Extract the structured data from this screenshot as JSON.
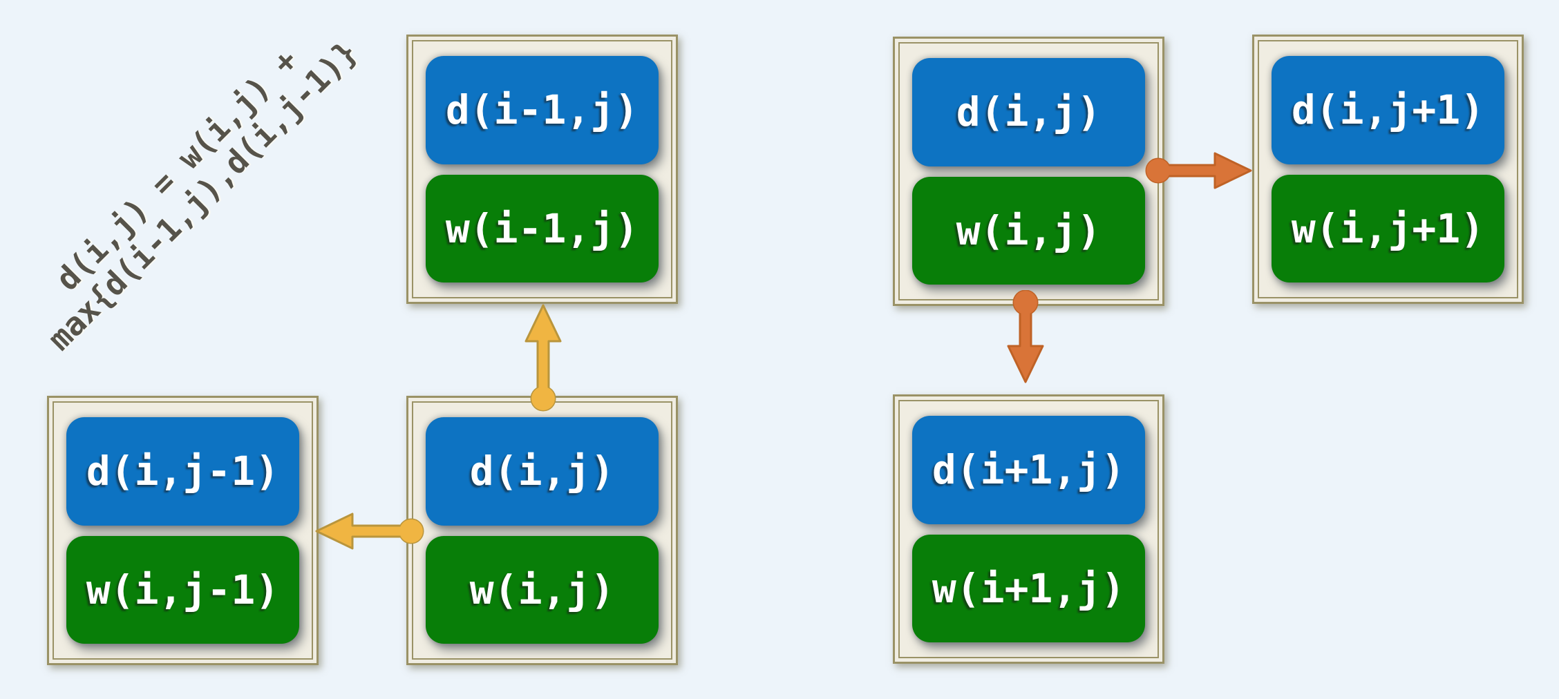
{
  "formula": {
    "text": "d(i,j) = w(i,j) +\nmax{d(i-1,j),d(i,j-1)}"
  },
  "nodes": [
    {
      "id": "left-top",
      "d_label": "d(i-1,j)",
      "w_label": "w(i-1,j)"
    },
    {
      "id": "left-west",
      "d_label": "d(i,j-1)",
      "w_label": "w(i,j-1)"
    },
    {
      "id": "left-center",
      "d_label": "d(i,j)",
      "w_label": "w(i,j)"
    },
    {
      "id": "right-center",
      "d_label": "d(i,j)",
      "w_label": "w(i,j)"
    },
    {
      "id": "right-east",
      "d_label": "d(i,j+1)",
      "w_label": "w(i,j+1)"
    },
    {
      "id": "right-south",
      "d_label": "d(i+1,j)",
      "w_label": "w(i+1,j)"
    }
  ],
  "arrows": [
    {
      "direction": "up",
      "from": "d(i,j)",
      "to": "d(i-1,j)",
      "color": "#f0b542"
    },
    {
      "direction": "left",
      "from": "d(i,j)",
      "to": "d(i,j-1)",
      "color": "#f0b542"
    },
    {
      "direction": "right",
      "from": "d(i,j)",
      "to": "d(i,j+1)",
      "color": "#d97438"
    },
    {
      "direction": "down",
      "from": "d(i,j)",
      "to": "d(i+1,j)",
      "color": "#d97438"
    }
  ],
  "colors": {
    "background": "#edf4fa",
    "box_border": "#9a9266",
    "box_fill": "#f0ede2",
    "chip_blue": "#0d73c2",
    "chip_green": "#087e08",
    "label_text": "#ffffff",
    "arrow_yellow": "#f0b542",
    "arrow_yellow_stroke": "#b9953c",
    "arrow_orange": "#d97438",
    "arrow_orange_stroke": "#bf6226",
    "formula_text": "#56534a"
  }
}
